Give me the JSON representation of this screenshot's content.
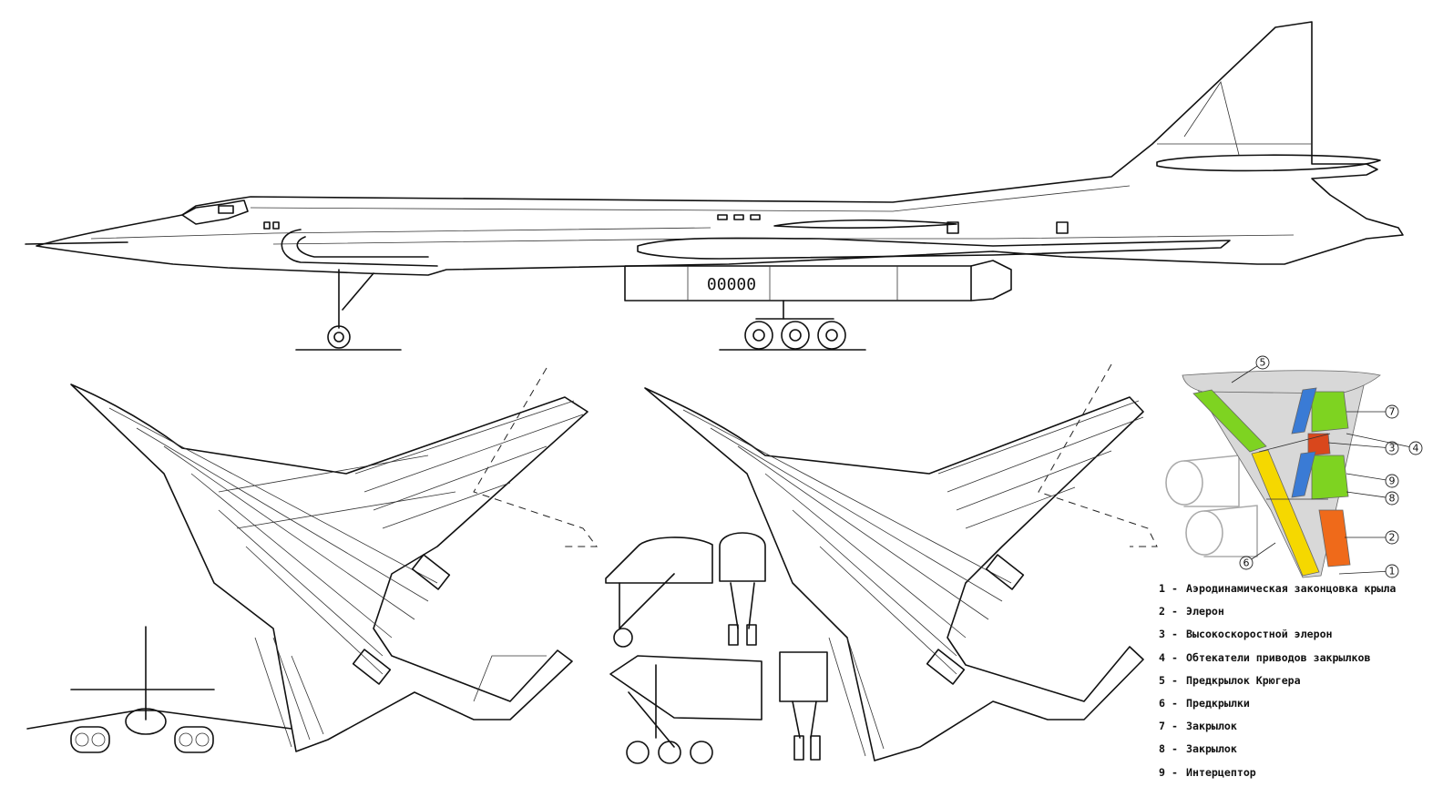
{
  "side_view": {
    "bay_door_text": "00000"
  },
  "callouts": [
    "5",
    "7",
    "3",
    "4",
    "9",
    "8",
    "2",
    "6",
    "1"
  ],
  "legend": {
    "items": [
      {
        "num": "1",
        "dash": "-",
        "label": "Аэродинамическая законцовка крыла"
      },
      {
        "num": "2",
        "dash": "-",
        "label": "Элерон"
      },
      {
        "num": "3",
        "dash": "-",
        "label": "Высокоскоростной элерон"
      },
      {
        "num": "4",
        "dash": "-",
        "label": "Обтекатели приводов закрылков"
      },
      {
        "num": "5",
        "dash": "-",
        "label": "Предкрылок Крюгера"
      },
      {
        "num": "6",
        "dash": "-",
        "label": "Предкрылки"
      },
      {
        "num": "7",
        "dash": "-",
        "label": "Закрылок"
      },
      {
        "num": "8",
        "dash": "-",
        "label": "Закрылок"
      },
      {
        "num": "9",
        "dash": "-",
        "label": "Интерцептор"
      }
    ]
  },
  "colors": {
    "green": "#7ed321",
    "yellow": "#f5d800",
    "orange": "#ef6a1a",
    "orange_dark": "#d9471c",
    "blue": "#3a7bd5",
    "panel_gray": "#d8d8d8"
  }
}
